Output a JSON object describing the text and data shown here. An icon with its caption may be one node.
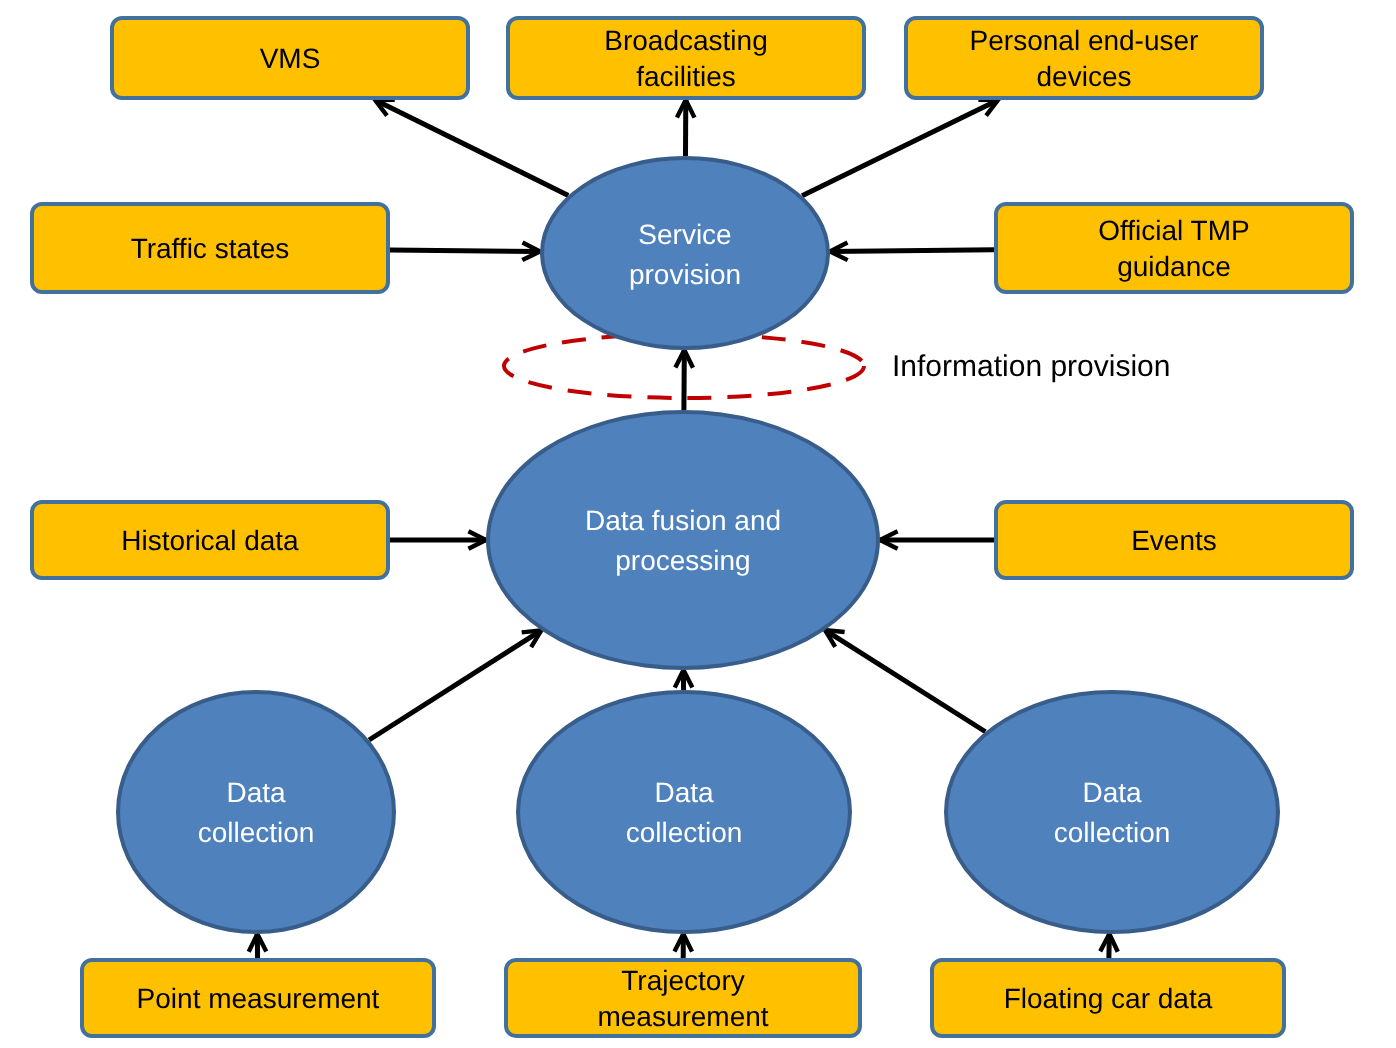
{
  "diagram": {
    "nodes": [
      {
        "text": [
          "VMS"
        ]
      },
      {
        "text": [
          "Broadcasting facilities"
        ]
      },
      {
        "text": [
          "Personal end-user devices"
        ]
      },
      {
        "text": [
          "Traffic states"
        ]
      },
      {
        "text": [
          "Service provision"
        ]
      },
      {
        "text": [
          "Official TMP guidance"
        ]
      },
      {
        "text": [
          "Historical data"
        ]
      },
      {
        "text": [
          "Data fusion and processing"
        ]
      },
      {
        "text": [
          "Events"
        ]
      },
      {
        "text": [
          "Data collection"
        ]
      },
      {
        "text": [
          "Data collection"
        ]
      },
      {
        "text": [
          "Data collection"
        ]
      },
      {
        "text": [
          "Point measurement"
        ]
      },
      {
        "text": [
          "Trajectory measurement"
        ]
      },
      {
        "text": [
          "Floating car data"
        ]
      }
    ],
    "edges": [
      {
        "from": 4,
        "to": 0,
        "arrow": "to"
      },
      {
        "from": 4,
        "to": 1,
        "arrow": "to"
      },
      {
        "from": 4,
        "to": 2,
        "arrow": "to"
      },
      {
        "from": 3,
        "to": 4,
        "arrow": "to"
      },
      {
        "from": 5,
        "to": 4,
        "arrow": "to"
      },
      {
        "from": 7,
        "to": 4,
        "arrow": "to"
      },
      {
        "from": 6,
        "to": 7,
        "arrow": "to"
      },
      {
        "from": 8,
        "to": 7,
        "arrow": "to"
      },
      {
        "from": 9,
        "to": 7,
        "arrow": "to"
      },
      {
        "from": 10,
        "to": 7,
        "arrow": "to"
      },
      {
        "from": 11,
        "to": 7,
        "arrow": "to"
      },
      {
        "from": 12,
        "to": 9,
        "arrow": "to"
      },
      {
        "from": 13,
        "to": 10,
        "arrow": "to"
      },
      {
        "from": 14,
        "to": 11,
        "arrow": "to"
      }
    ],
    "labels": [
      "Information provision"
    ]
  }
}
